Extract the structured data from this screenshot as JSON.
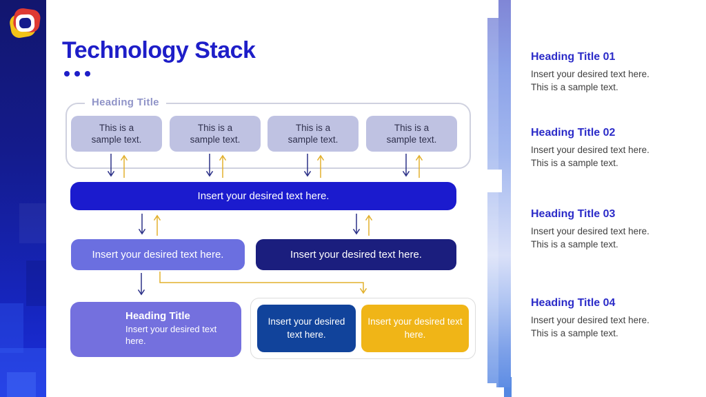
{
  "title": {
    "text": "Technology Stack"
  },
  "diagram": {
    "group_label": "Heading Title",
    "top_boxes": [
      "This is a sample text.",
      "This is a sample text.",
      "This is a sample text.",
      "This is a sample text."
    ],
    "main_bar": "Insert your desired text here.",
    "mid_left_box": "Insert your desired text here.",
    "mid_right_box": "Insert your desired text here.",
    "bottom_left_box": {
      "title": "Heading Title",
      "body": "Insert your desired text here."
    },
    "bottom_right_group": {
      "blue_box": "Insert your desired text here.",
      "yellow_box": "Insert your desired text here."
    }
  },
  "right_panel": {
    "items": [
      {
        "title": "Heading Title 01",
        "body": "Insert your desired text here. This is a sample text."
      },
      {
        "title": "Heading Title 02",
        "body": "Insert your desired text here. This is a sample text."
      },
      {
        "title": "Heading Title 03",
        "body": "Insert your desired text here. This is a sample text."
      },
      {
        "title": "Heading Title 04",
        "body": "Insert your desired text here. This is a sample text."
      }
    ]
  },
  "icons": {
    "logo": "squircle-ring-logo"
  },
  "colors": {
    "title_blue": "#1E1EC8",
    "primary_blue": "#1B1BCE",
    "periwinkle": "#6B6FE0",
    "dark_navy": "#1B1E7E",
    "purple": "#7470DE",
    "deep_blue": "#11439B",
    "yellow": "#F0B517",
    "lavender_box": "#BFC2E2",
    "arrow_navy": "#2B3087",
    "arrow_yellow": "#E2B02C",
    "sidebar_navy": "#141B8C"
  }
}
